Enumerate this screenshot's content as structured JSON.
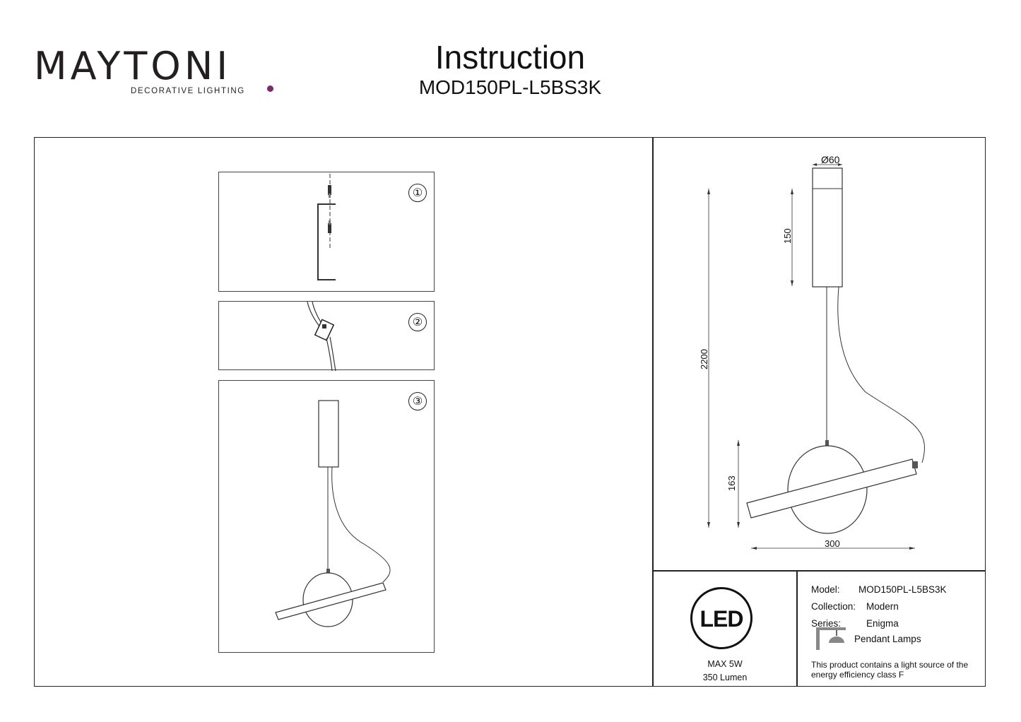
{
  "brand": {
    "name": "MAYTONI",
    "tagline": "DECORATIVE LIGHTING",
    "accent_color": "#7b2b6b"
  },
  "header": {
    "title": "Instruction",
    "model_code": "MOD150PL-L5BS3K"
  },
  "steps": [
    {
      "number": "①"
    },
    {
      "number": "②"
    },
    {
      "number": "③"
    }
  ],
  "dimensions": {
    "canopy_diameter": "Ø60",
    "canopy_height": "150",
    "total_height": "2200",
    "disc_height": "163",
    "width": "300"
  },
  "led_badge": {
    "label": "LED",
    "power": "MAX 5W",
    "lumen": "350 Lumen"
  },
  "product_info": {
    "model_label": "Model:",
    "model_value": "MOD150PL-L5BS3K",
    "collection_label": "Collection:",
    "collection_value": "Modern",
    "series_label": "Series:",
    "series_value": "Enigma",
    "category": "Pendant Lamps",
    "energy_note": "This product contains a light source of the energy efficiency class F"
  }
}
